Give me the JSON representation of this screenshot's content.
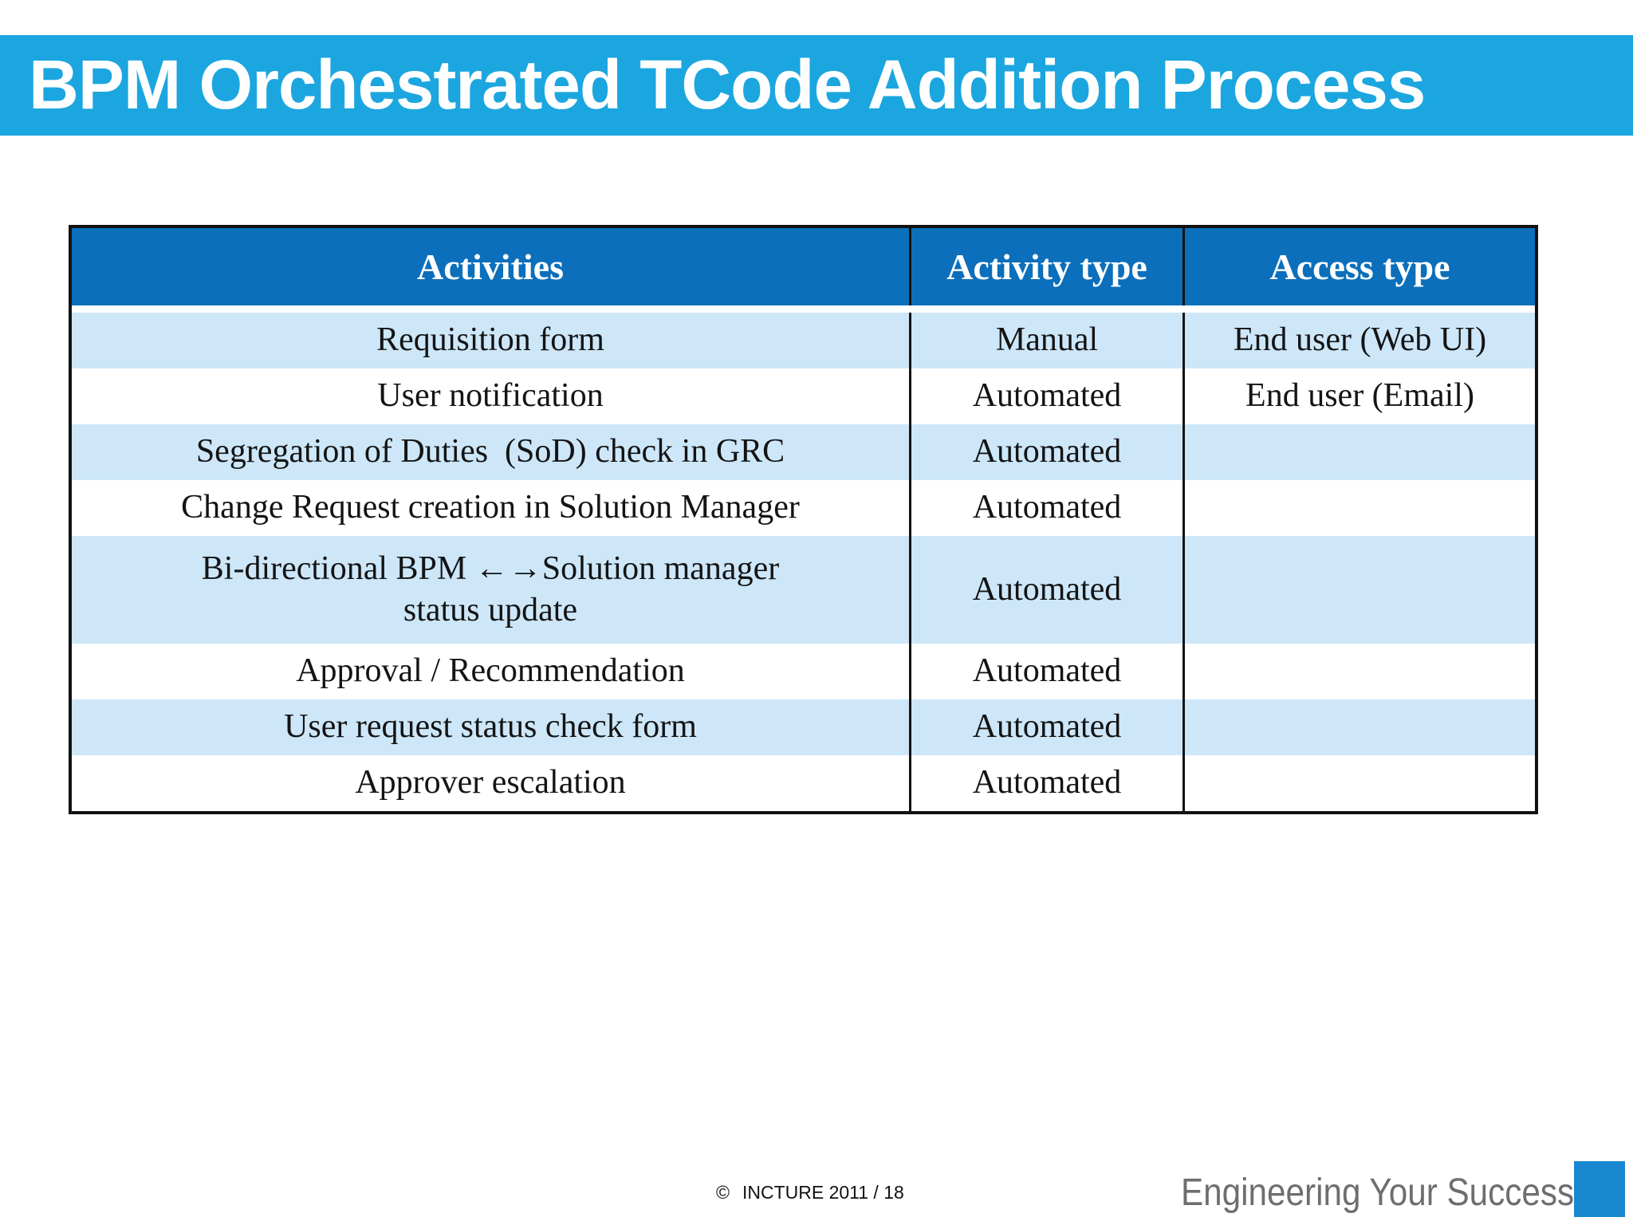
{
  "title": "BPM Orchestrated TCode Addition Process",
  "colors": {
    "title-bar-bg": "#1CA6E0",
    "table-header-bg": "#0B6FBB",
    "row-alt-bg": "#CDE7F9",
    "row-bg": "#FFFFFF",
    "border-color": "#121212",
    "tagline-color": "#6D6E71",
    "brand-square-color": "#1987D0",
    "text-color": "#141414"
  },
  "table": {
    "headers": [
      "Activities",
      "Activity type",
      "Access type"
    ],
    "rows": [
      {
        "activity": "Requisition form",
        "activity_type": "Manual",
        "access_type": "End user (Web UI)"
      },
      {
        "activity": "User notification",
        "activity_type": "Automated",
        "access_type": "End user (Email)"
      },
      {
        "activity": "Segregation of Duties  (SoD) check in GRC",
        "activity_type": "Automated",
        "access_type": ""
      },
      {
        "activity": "Change Request creation in Solution Manager",
        "activity_type": "Automated",
        "access_type": ""
      },
      {
        "activity": "Bi-directional BPM ←→Solution manager\nstatus update",
        "activity_type": "Automated",
        "access_type": ""
      },
      {
        "activity": "Approval / Recommendation",
        "activity_type": "Automated",
        "access_type": ""
      },
      {
        "activity": "User request status check form",
        "activity_type": "Automated",
        "access_type": ""
      },
      {
        "activity": "Approver escalation",
        "activity_type": "Automated",
        "access_type": ""
      }
    ]
  },
  "footer": {
    "copyright_symbol": "©",
    "credit": "INCTURE 2011 / 18",
    "tagline": "Engineering Your Success"
  }
}
